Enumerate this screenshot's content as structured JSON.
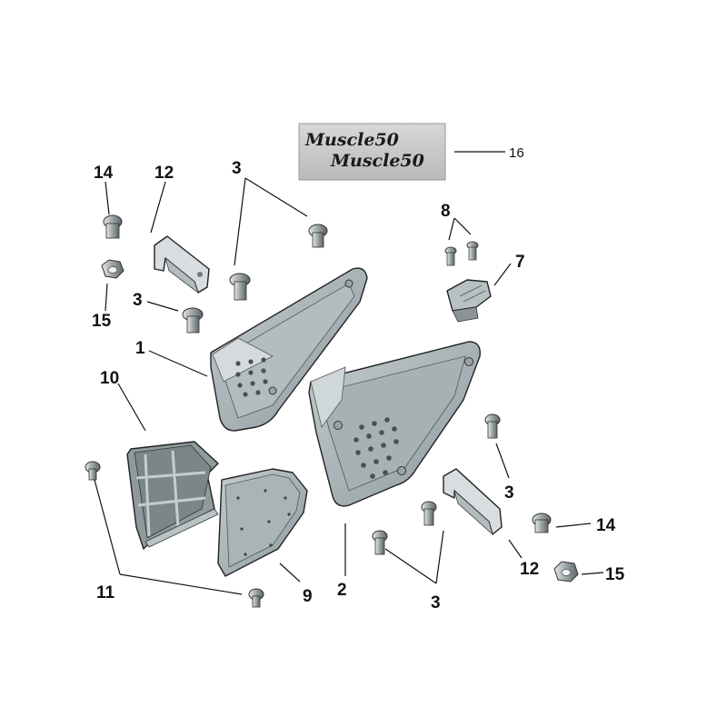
{
  "badge": {
    "line1": "Muscle50",
    "line2": "Muscle50"
  },
  "callouts": {
    "c14a": "14",
    "c12a": "12",
    "c3top": "3",
    "c3left": "3",
    "c15a": "15",
    "c1": "1",
    "c10": "10",
    "c11": "11",
    "c9": "9",
    "c2": "2",
    "c3bottom": "3",
    "c3right": "3",
    "c12b": "12",
    "c14b": "14",
    "c15b": "15",
    "c8": "8",
    "c7": "7",
    "c16": "16"
  },
  "colors": {
    "panel": "#a9b5b8",
    "panel_dark": "#7e8b8f",
    "panel_light": "#c8d0d2",
    "bolt": "#8a9295",
    "badge_bg": "#c9c9c9"
  }
}
